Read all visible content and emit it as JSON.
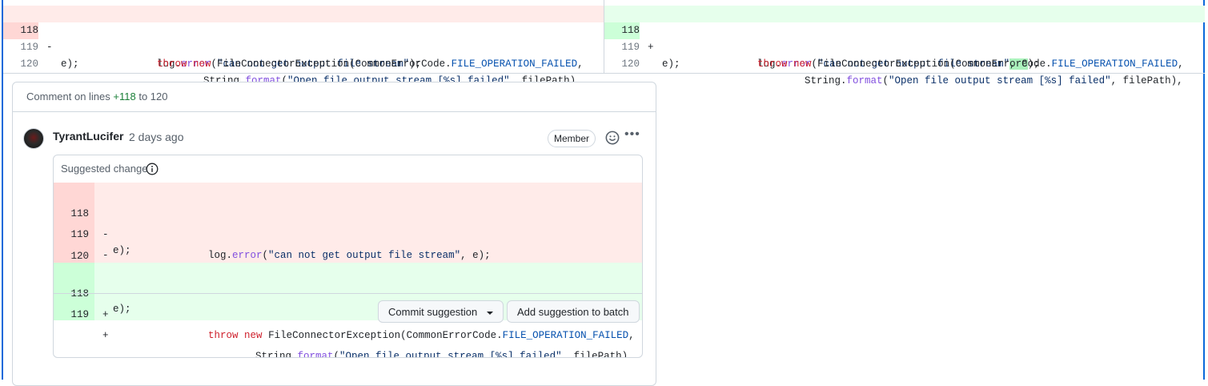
{
  "split_diff": {
    "left": [
      {
        "num": "118",
        "marker": "-",
        "type": "del"
      },
      {
        "num": "119",
        "marker": "",
        "type": "ctx"
      },
      {
        "num": "120",
        "marker": "",
        "type": "ctx"
      }
    ],
    "right": [
      {
        "num": "118",
        "marker": "+",
        "type": "add"
      },
      {
        "num": "119",
        "marker": "",
        "type": "ctx"
      },
      {
        "num": "120",
        "marker": "",
        "type": "ctx"
      }
    ],
    "tokens": {
      "log": "log.",
      "error": "error",
      "open_paren": "(",
      "msg": "\"can not get output file stream\"",
      "close": ");",
      "comma_e": ", e",
      "throw": "throw",
      "new": "new",
      "fce": "FileConnectorException(CommonErrorCode.",
      "fof": "FILE_OPERATION_FAILED",
      "comma": ",",
      "string": "String.",
      "format": "format",
      "fmt": "\"Open file output stream [%s] failed\"",
      "filepath": ", filePath),",
      "e_close": "e);"
    }
  },
  "comment": {
    "header_prefix": "Comment on lines ",
    "header_from": "+118",
    "header_to_word": " to ",
    "header_to": "120",
    "author": "TyrantLucifer",
    "time_ago": "2 days ago",
    "badge": "Member",
    "reaction_icon": "smiley-icon",
    "menu_icon": "kebab-horizontal-icon",
    "menu_glyph": "•••",
    "suggestion": {
      "title": "Suggested change",
      "info_icon": "info-icon",
      "del_lines": [
        "118",
        "119",
        "120"
      ],
      "add_lines": [
        "118",
        "119"
      ],
      "del_marker": "-",
      "add_marker": "+",
      "commit_button": "Commit suggestion",
      "batch_button": "Add suggestion to batch"
    }
  },
  "colors": {
    "accent": "#0969da",
    "del_bg": "#ffebe9",
    "add_bg": "#e6ffec",
    "add_text": "#1a7f37"
  }
}
